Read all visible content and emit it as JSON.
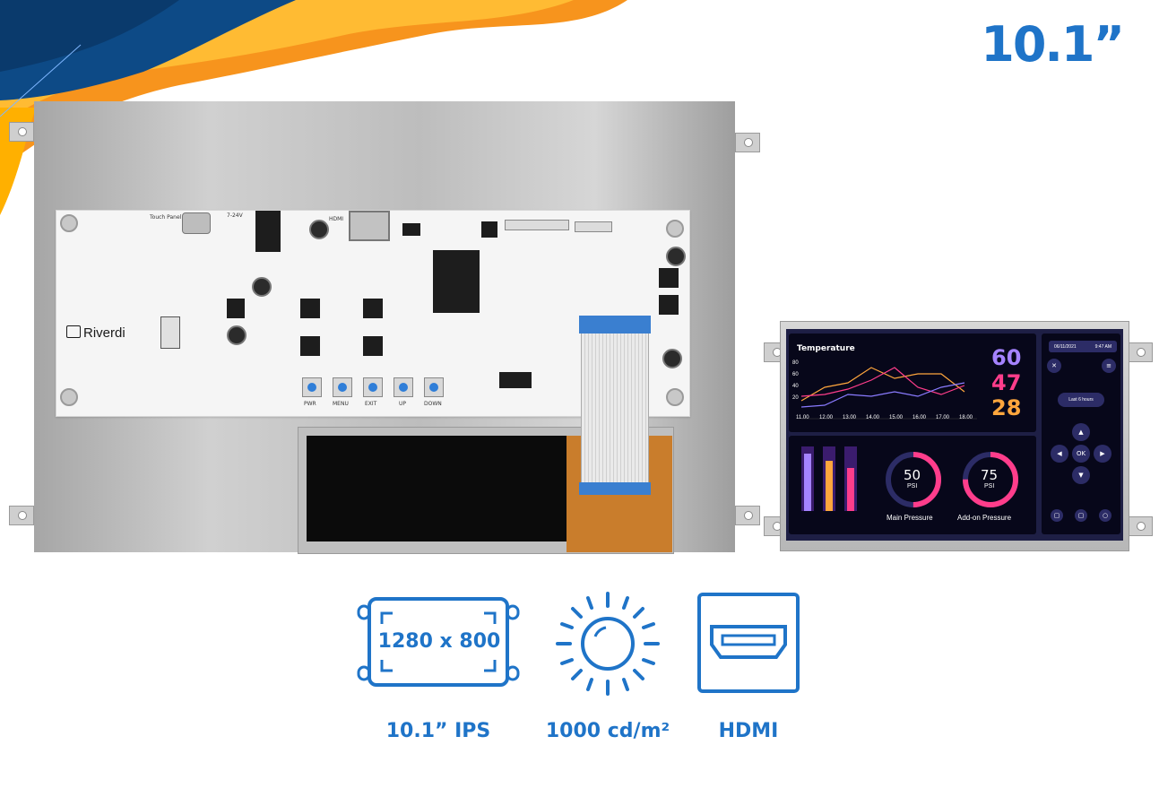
{
  "product": {
    "size_label": "10.1”",
    "brand_logo": "Riverdi"
  },
  "colors": {
    "accent_blue": "#1f74c8",
    "swoosh_dark": "#0d4a86",
    "swoosh_orange": "#f7941d",
    "temp_purple": "#a583ff",
    "temp_pink": "#ff3d8b",
    "temp_orange": "#ffa63d"
  },
  "pcb": {
    "silk_touch": "Touch Panel",
    "silk_voltage": "7-24V",
    "silk_hdmi": "HDMI",
    "buttons": [
      "PWR",
      "MENU",
      "EXIT",
      "UP",
      "DOWN"
    ]
  },
  "screen": {
    "temperature_title": "Temperature",
    "y_ticks": [
      "80",
      "60",
      "40",
      "20"
    ],
    "x_ticks": [
      "11.00",
      "12.00",
      "13.00",
      "14.00",
      "15.00",
      "16.00",
      "17.00",
      "18.00"
    ],
    "readings": [
      "60",
      "47",
      "28"
    ],
    "date": "06/11/2021",
    "time": "9:47 AM",
    "range_button": "Last 6 hours",
    "ok_label": "OK",
    "gauges": [
      {
        "value": "50",
        "unit": "PSI",
        "label": "Main Pressure",
        "fraction": 0.5
      },
      {
        "value": "75",
        "unit": "PSI",
        "label": "Add-on Pressure",
        "fraction": 0.75
      }
    ]
  },
  "features": [
    {
      "icon": "resolution-icon",
      "icon_text": "1280 x 800",
      "caption": "10.1” IPS"
    },
    {
      "icon": "sun-icon",
      "caption": "1000 cd/m²"
    },
    {
      "icon": "hdmi-icon",
      "caption": "HDMI"
    }
  ]
}
